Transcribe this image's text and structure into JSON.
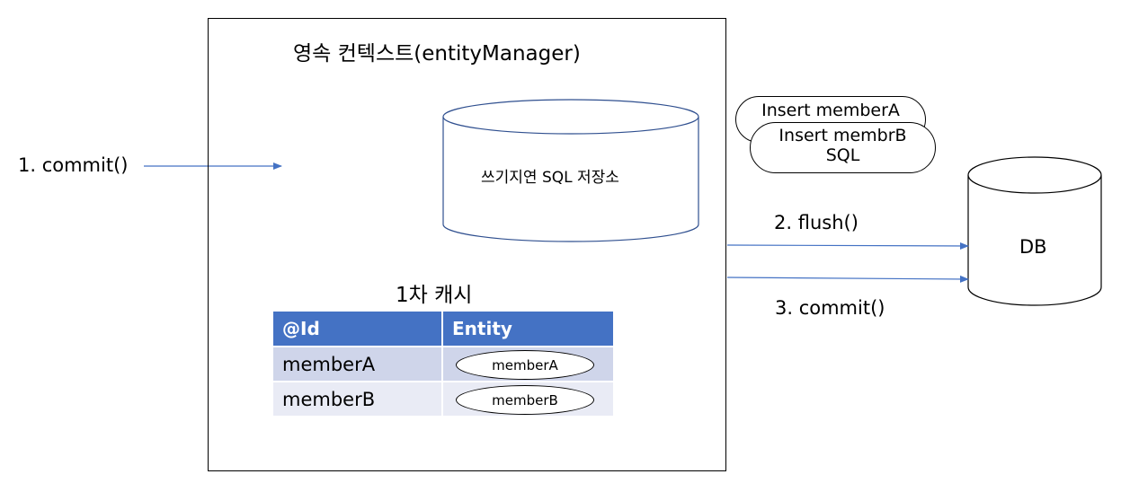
{
  "context": {
    "title": "영속  컨텍스트(entityManager)"
  },
  "steps": {
    "commit_in": "1. commit()",
    "flush": "2. flush()",
    "commit_out": "3. commit()"
  },
  "write_behind_store": {
    "label": "쓰기지연 SQL 저장소"
  },
  "sql_cards": [
    {
      "lines": [
        "Insert memberA"
      ]
    },
    {
      "lines": [
        "Insert membrB",
        "SQL"
      ]
    }
  ],
  "db": {
    "label": "DB"
  },
  "cache": {
    "title": "1차 캐시",
    "columns": [
      "@Id",
      "Entity"
    ],
    "rows": [
      {
        "id": "memberA",
        "entity": "memberA"
      },
      {
        "id": "memberB",
        "entity": "memberB"
      }
    ]
  },
  "colors": {
    "line": "#4472c4",
    "header": "#4472c4",
    "row_odd": "#cfd5ea",
    "row_even": "#e9ebf5"
  }
}
